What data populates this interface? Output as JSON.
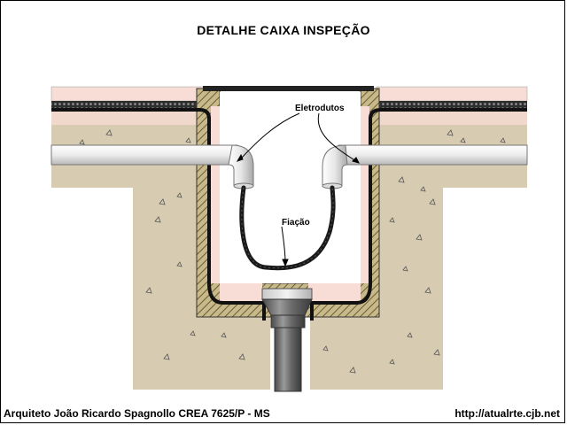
{
  "title": "DETALHE CAIXA INSPEÇÃO",
  "labels": {
    "eletrodutos": "Eletrodutos",
    "fiacao": "Fiação"
  },
  "footer": {
    "author": "Arquiteto João Ricardo Spagnollo CREA 7625/P - MS",
    "url": "http://atualrte.cjb.net"
  },
  "colors": {
    "concrete": "#d7cbb1",
    "pink_layer": "#f7ddd5",
    "gravel": "#3a3a3a",
    "box_wall": "#8a7a4e",
    "pipe": "#e8e8e8",
    "wire": "#1a1a1a",
    "drain": "#6e6e6e"
  }
}
